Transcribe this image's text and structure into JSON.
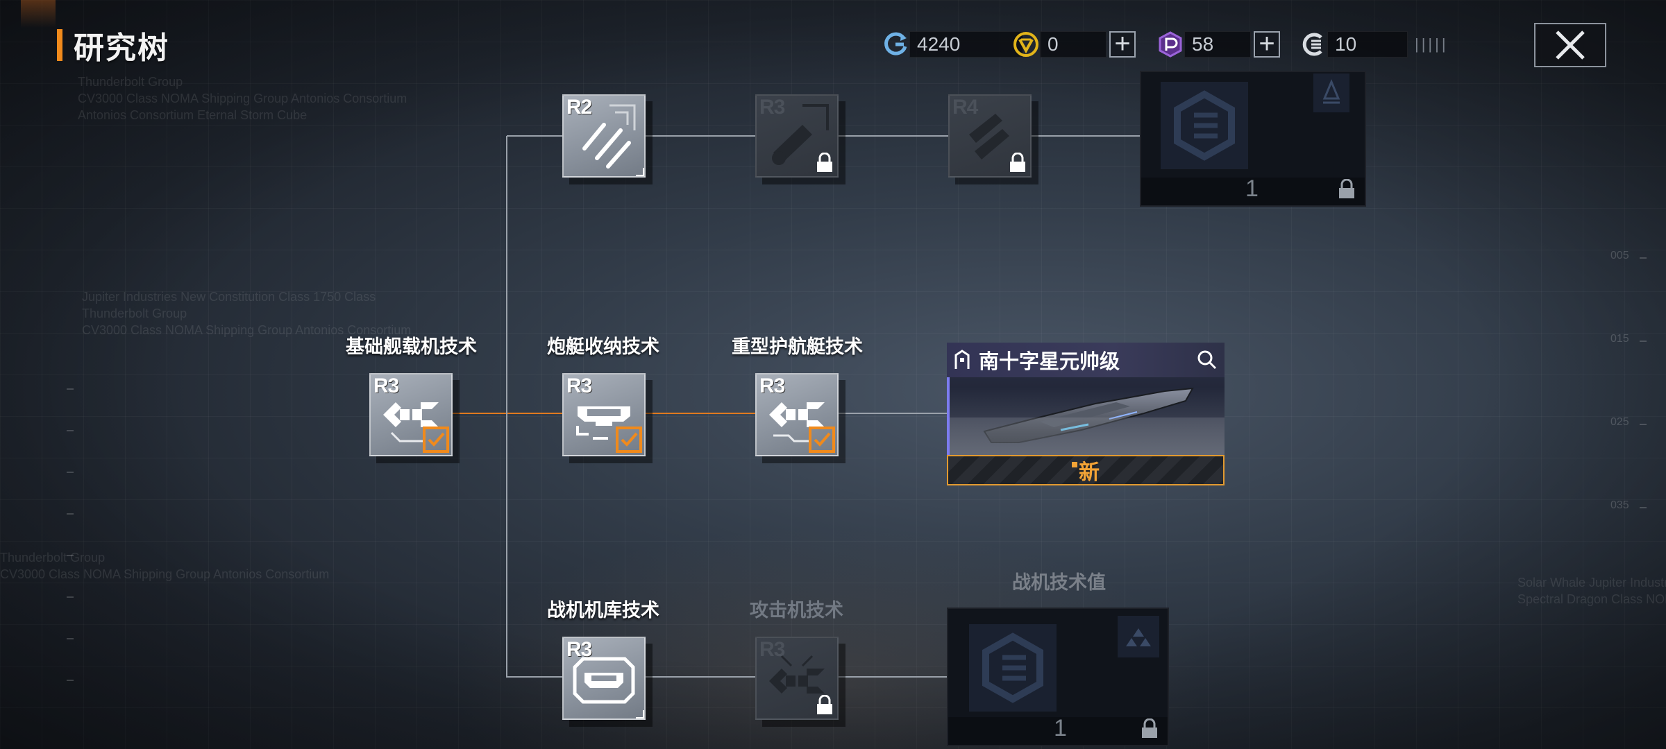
{
  "title": "研究树",
  "resources": [
    {
      "name": "research-points",
      "value": "4240",
      "icon": "refresh-ring-icon",
      "color": "#6fb2e6"
    },
    {
      "name": "gold",
      "value": "0",
      "icon": "v-coin-icon",
      "color": "#e2b41a"
    },
    {
      "name": "premium",
      "value": "58",
      "icon": "hex-gem-icon",
      "color": "#9a63d8"
    },
    {
      "name": "tech-chips",
      "value": "10",
      "icon": "chip-ring-icon",
      "color": "#d9dde2"
    }
  ],
  "plus_symbol": "+",
  "ticks_text": "|||||",
  "background_text": {
    "block1": [
      "Thunderbolt Group",
      "CV3000 Class NOMA Shipping Group Antonios Consortium",
      "Antonios Consortium Eternal Storm Cube"
    ],
    "block2": [
      "Jupiter Industries  New Constitution Class 1750 Class",
      "Thunderbolt Group",
      "CV3000 Class NOMA Shipping Group Antonios Consortium"
    ],
    "block3": [
      "Thunderbolt Group",
      "CV3000 Class NOMA Shipping Group Antonios Consortium"
    ],
    "block4": [
      "Solar Whale Jupiter Industries",
      "Spectral Dragon Class NOMA"
    ]
  },
  "rulers": [
    "005",
    "015",
    "025",
    "035"
  ],
  "nodes": {
    "base_carrier": {
      "label": "基础舰载机技术",
      "rank": "R3",
      "state": "done"
    },
    "gunboat_storage": {
      "label": "炮艇收纳技术",
      "rank": "R3",
      "state": "done"
    },
    "heavy_escort": {
      "label": "重型护航艇技术",
      "rank": "R3",
      "state": "done"
    },
    "top_r2": {
      "label": "",
      "rank": "R2",
      "state": "available"
    },
    "top_r3": {
      "label": "",
      "rank": "R3",
      "state": "locked"
    },
    "top_r4": {
      "label": "",
      "rank": "R4",
      "state": "locked"
    },
    "hangar": {
      "label": "战机机库技术",
      "rank": "R3",
      "state": "available"
    },
    "attack": {
      "label": "攻击机技术",
      "rank": "R3",
      "state": "locked"
    }
  },
  "ship_card": {
    "name": "南十字星元帅级",
    "badge": "新",
    "accent": "#7c7cf0",
    "badge_color": "#f4a436"
  },
  "locked_cards": {
    "top": {
      "count": "1"
    },
    "bottom": {
      "count": "1",
      "title": "战机技术值"
    }
  },
  "colors": {
    "accent": "#f08a1c",
    "active_line": "#e07a1f",
    "idle_line": "#9aa1aa"
  }
}
